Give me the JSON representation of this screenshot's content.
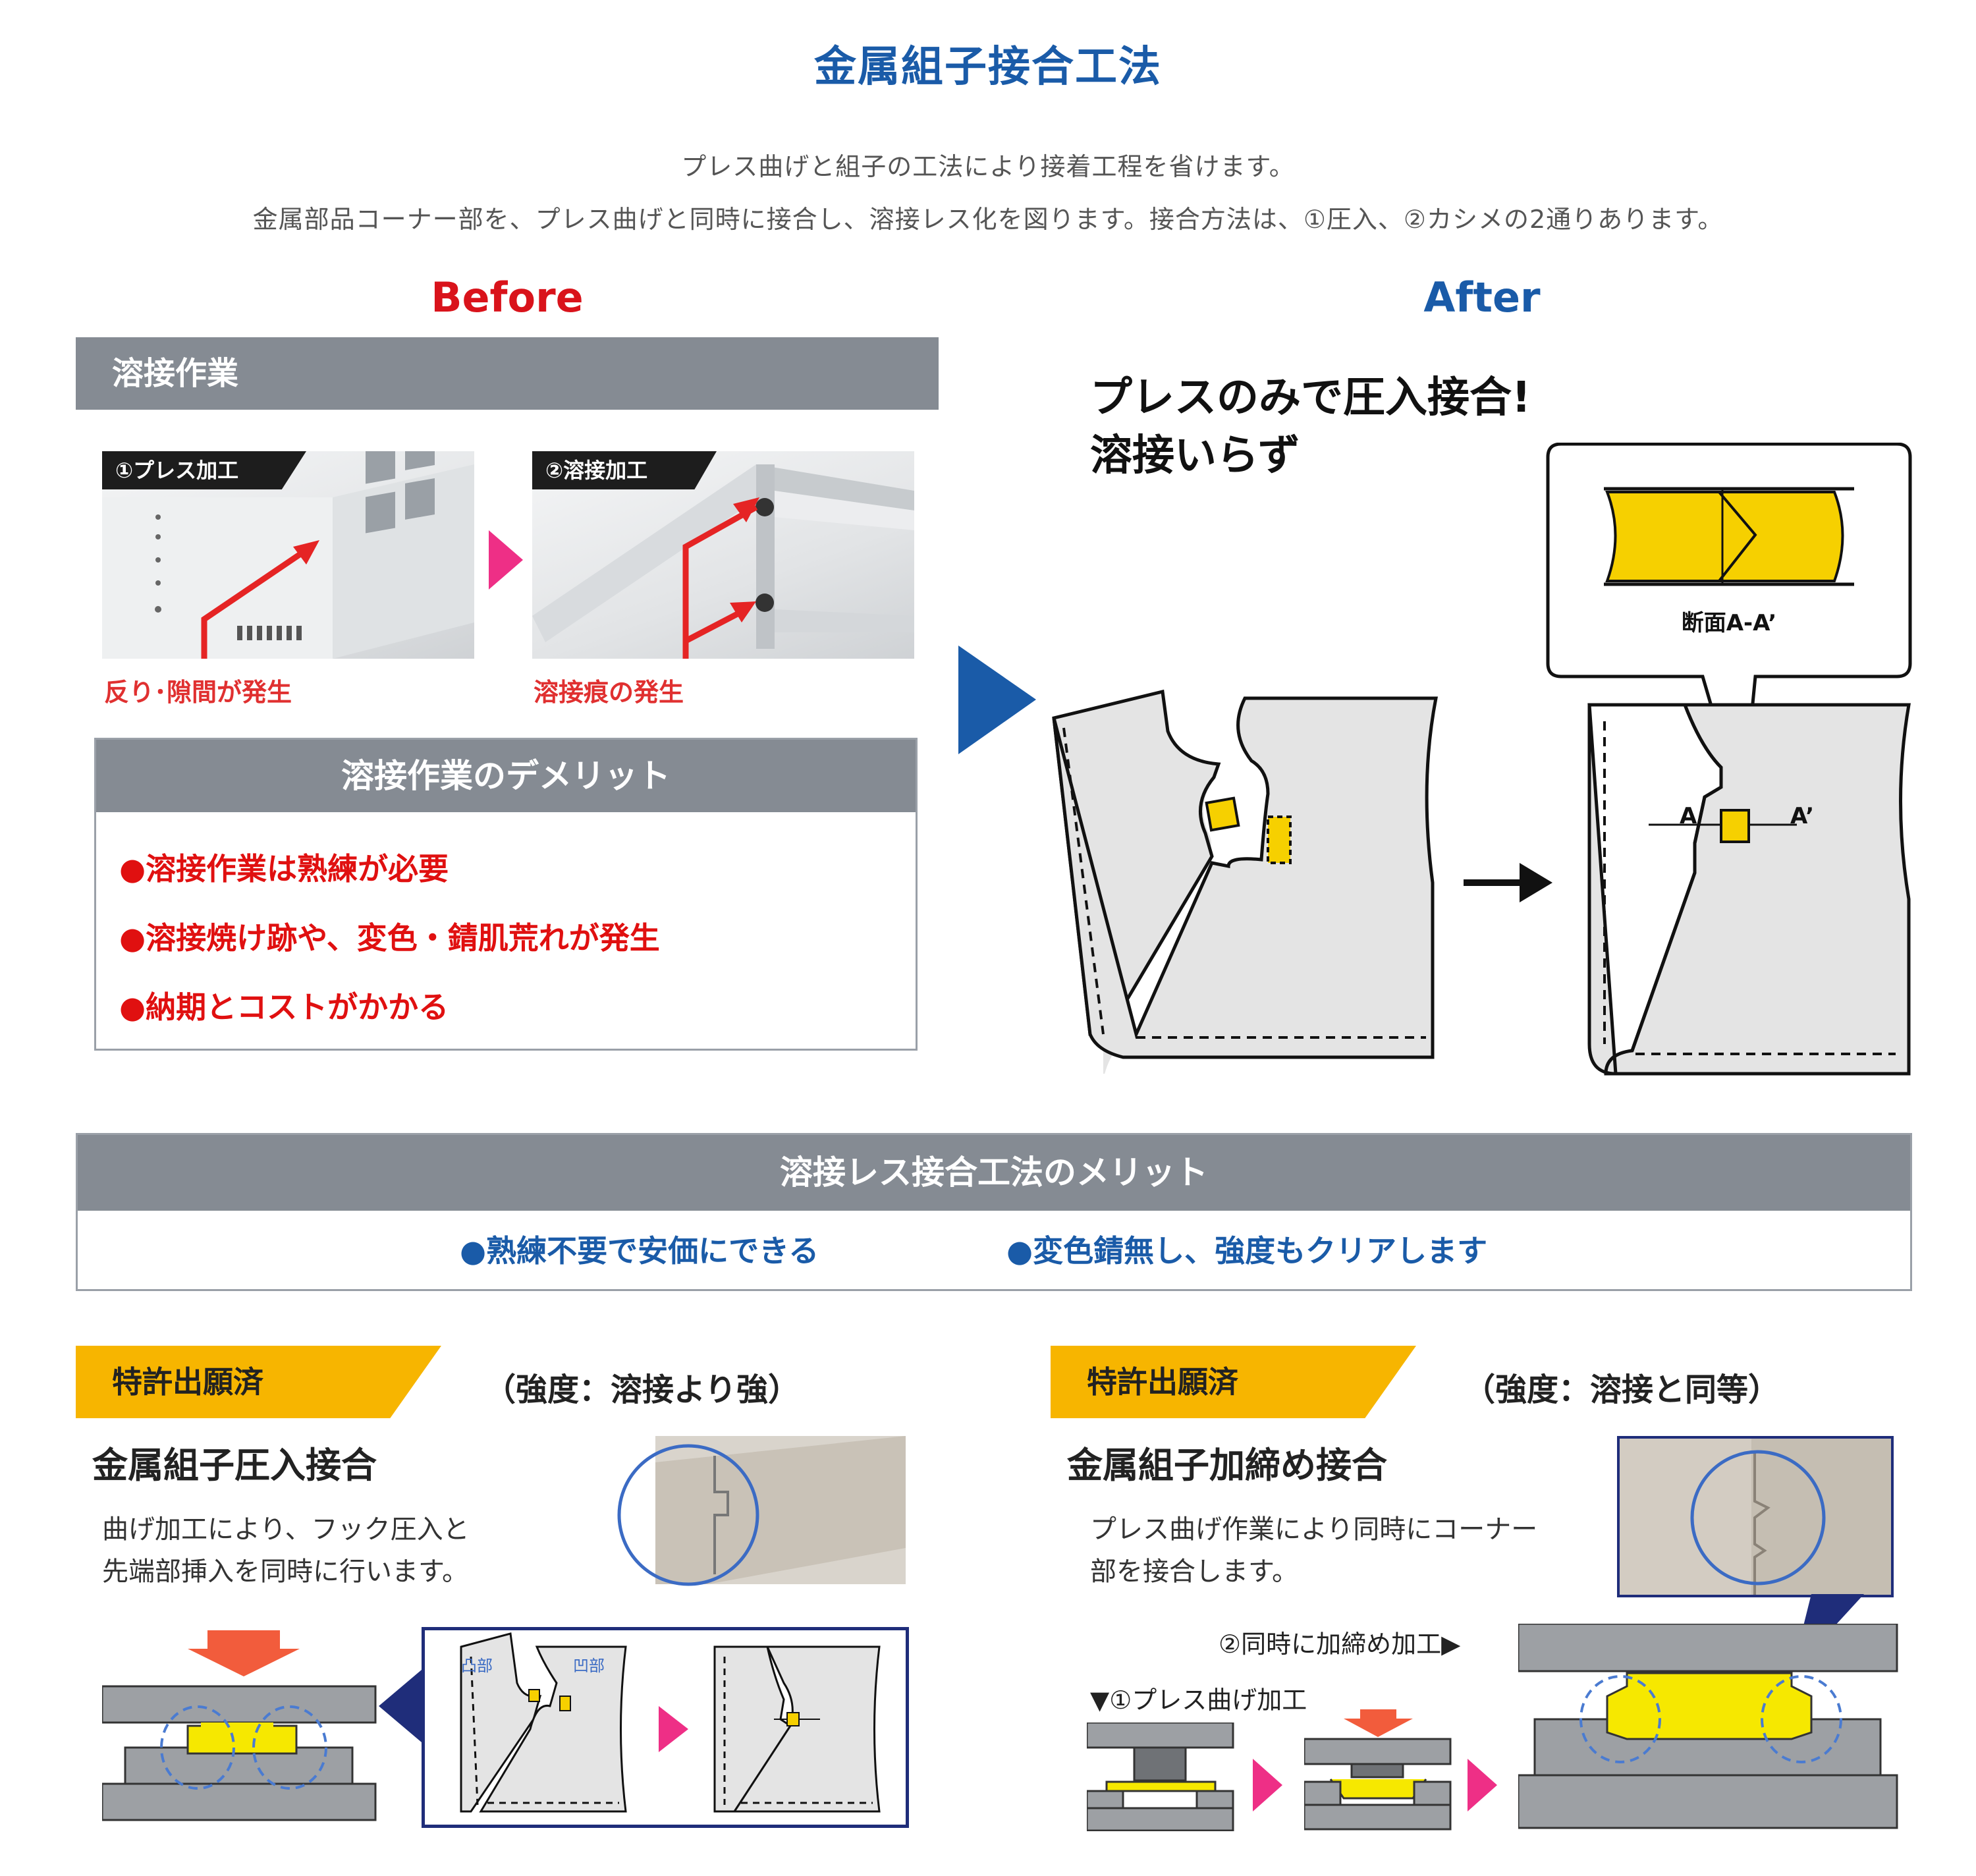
{
  "title": "金属組子接合工法",
  "intro": {
    "line1": "プレス曲げと組子の工法により接着工程を省けます。",
    "line2": "金属部品コーナー部を、プレス曲げと同時に接合し、溶接レス化を図ります。接合方法は、①圧入、②カシメの2通りあります。"
  },
  "before": {
    "heading": "Before",
    "bar_title": "溶接作業",
    "step1_tag": "①プレス加工",
    "step1_caption": "反り･隙間が発生",
    "step2_tag": "②溶接加工",
    "step2_caption": "溶接痕の発生",
    "demerit_title": "溶接作業のデメリット",
    "demerits": [
      "●溶接作業は熟練が必要",
      "●溶接焼け跡や、変色・錆肌荒れが発生",
      "●納期とコストがかかる"
    ]
  },
  "after": {
    "heading": "After",
    "headline1": "プレスのみで圧入接合!",
    "headline2": "溶接いらず",
    "section_label": "断面A-A’",
    "label_a": "A",
    "label_a_prime": "A’"
  },
  "merit": {
    "title": "溶接レス接合工法のメリット",
    "items": [
      "●熟練不要で安価にできる",
      "●変色錆無し、強度もクリアします"
    ]
  },
  "method1": {
    "patent": "特許出願済",
    "strength": "（強度：溶接より強）",
    "title": "金属組子圧入接合",
    "desc1": "曲げ加工により、フック圧入と",
    "desc2": "先端部挿入を同時に行います。",
    "convex_label": "凸部",
    "concave_label": "凹部"
  },
  "method2": {
    "patent": "特許出願済",
    "strength": "（強度：溶接と同等）",
    "title": "金属組子加締め接合",
    "desc1": "プレス曲げ作業により同時にコーナー",
    "desc2": "部を接合します。",
    "step2_label": "②同時に加締め加工▶",
    "step1_label": "▼①プレス曲げ加工"
  },
  "colors": {
    "brand_blue": "#1a5ba8",
    "warning_red": "#d9131b",
    "bar_gray": "#858b93",
    "patent_yellow": "#f7b500",
    "part_yellow": "#f6d000",
    "arrow_pink": "#ee2f86"
  }
}
